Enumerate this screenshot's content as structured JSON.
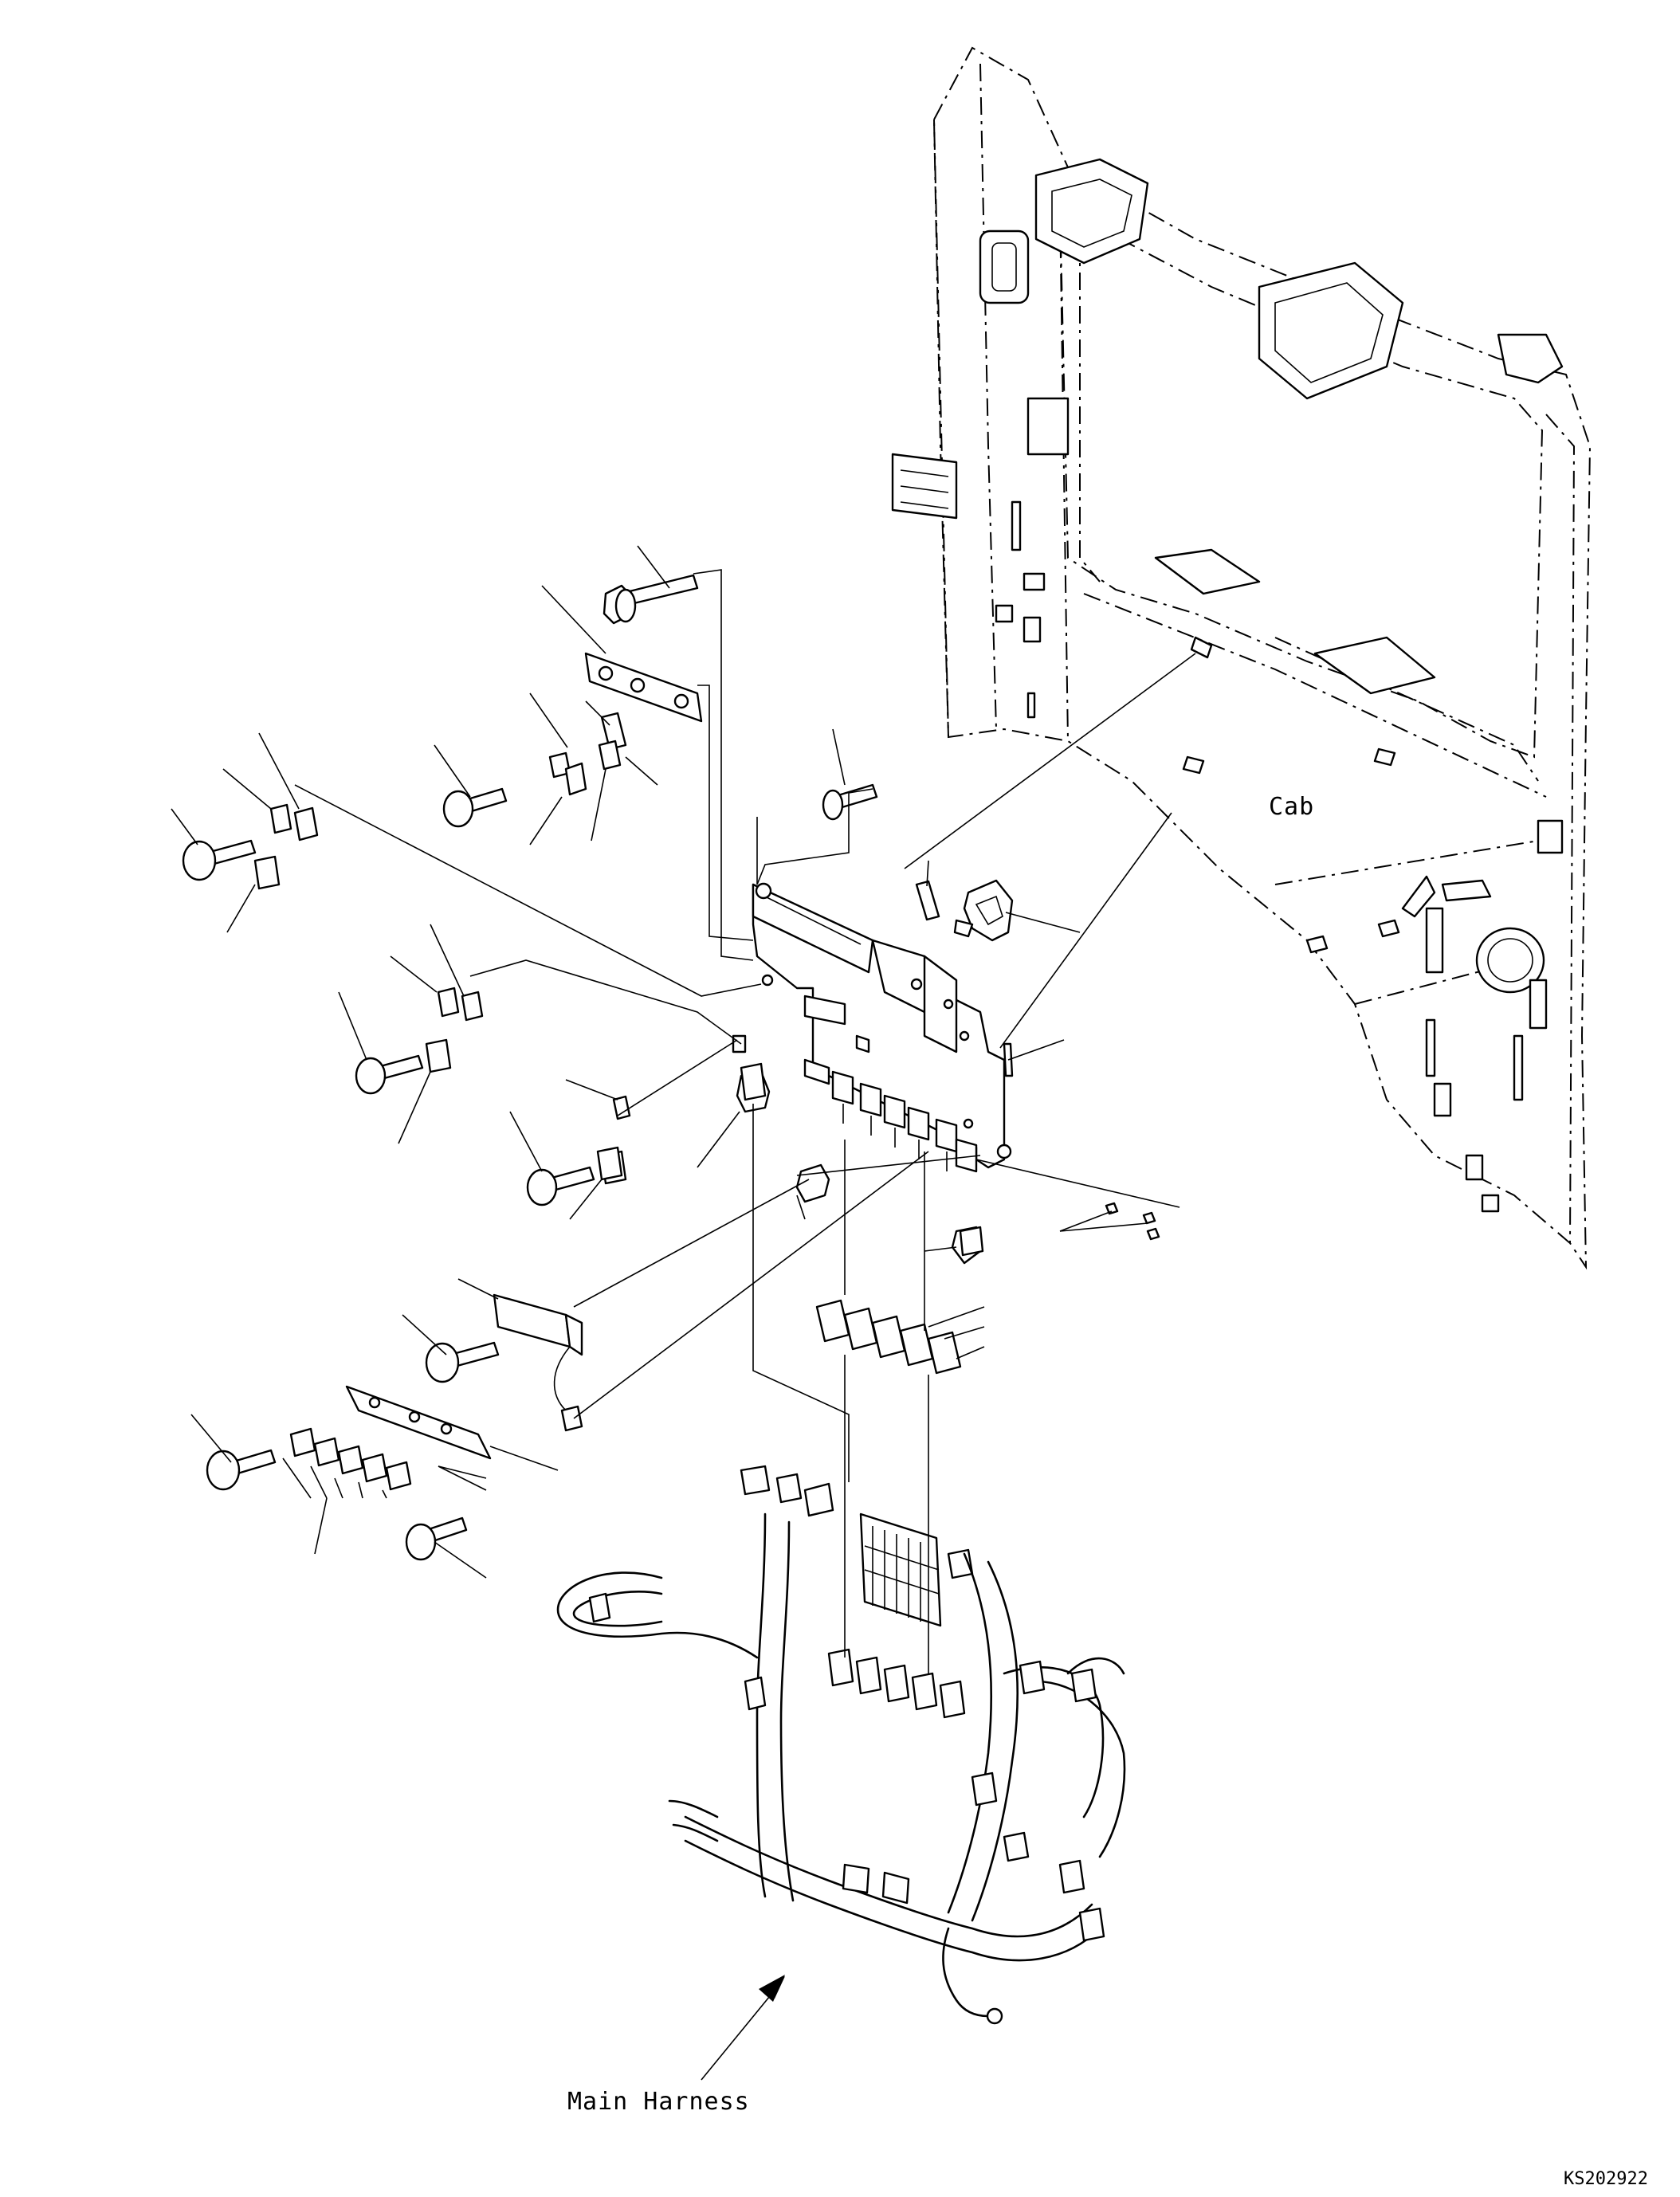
{
  "labels": {
    "cab": "Cab",
    "main_harness": "Main Harness",
    "drawing_code": "KS202922"
  }
}
